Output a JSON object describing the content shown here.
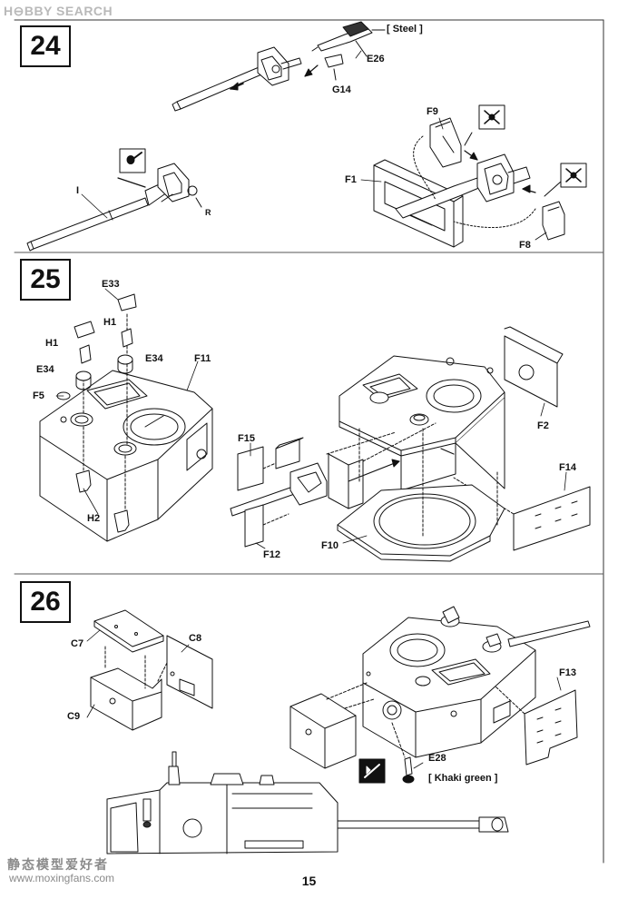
{
  "watermark": {
    "logo": "H⊖BBY SEARCH",
    "site_cn": "静态模型爱好者",
    "site_url": "www.moxingfans.com"
  },
  "page_number": "15",
  "steps": [
    {
      "number": "24"
    },
    {
      "number": "25"
    },
    {
      "number": "26"
    }
  ],
  "step24": {
    "steel_note": "[ Steel ]",
    "parts": {
      "e26": "E26",
      "g14": "G14",
      "f9": "F9",
      "f1": "F1",
      "f8": "F8",
      "i": "I",
      "r": "R"
    }
  },
  "step25": {
    "parts": {
      "e33": "E33",
      "h1a": "H1",
      "h1b": "H1",
      "e34a": "E34",
      "e34b": "E34",
      "f11": "F11",
      "f5": "F5",
      "h2": "H2",
      "f15": "F15",
      "f12": "F12",
      "f10": "F10",
      "f2": "F2",
      "f14": "F14"
    }
  },
  "step26": {
    "parts": {
      "c7": "C7",
      "c8": "C8",
      "c9": "C9",
      "f13": "F13",
      "e28": "E28"
    },
    "paint_note": "[ Khaki green ]"
  },
  "icons": [
    "glue-icon",
    "cut-icon",
    "cut-icon",
    "paint-icon"
  ]
}
